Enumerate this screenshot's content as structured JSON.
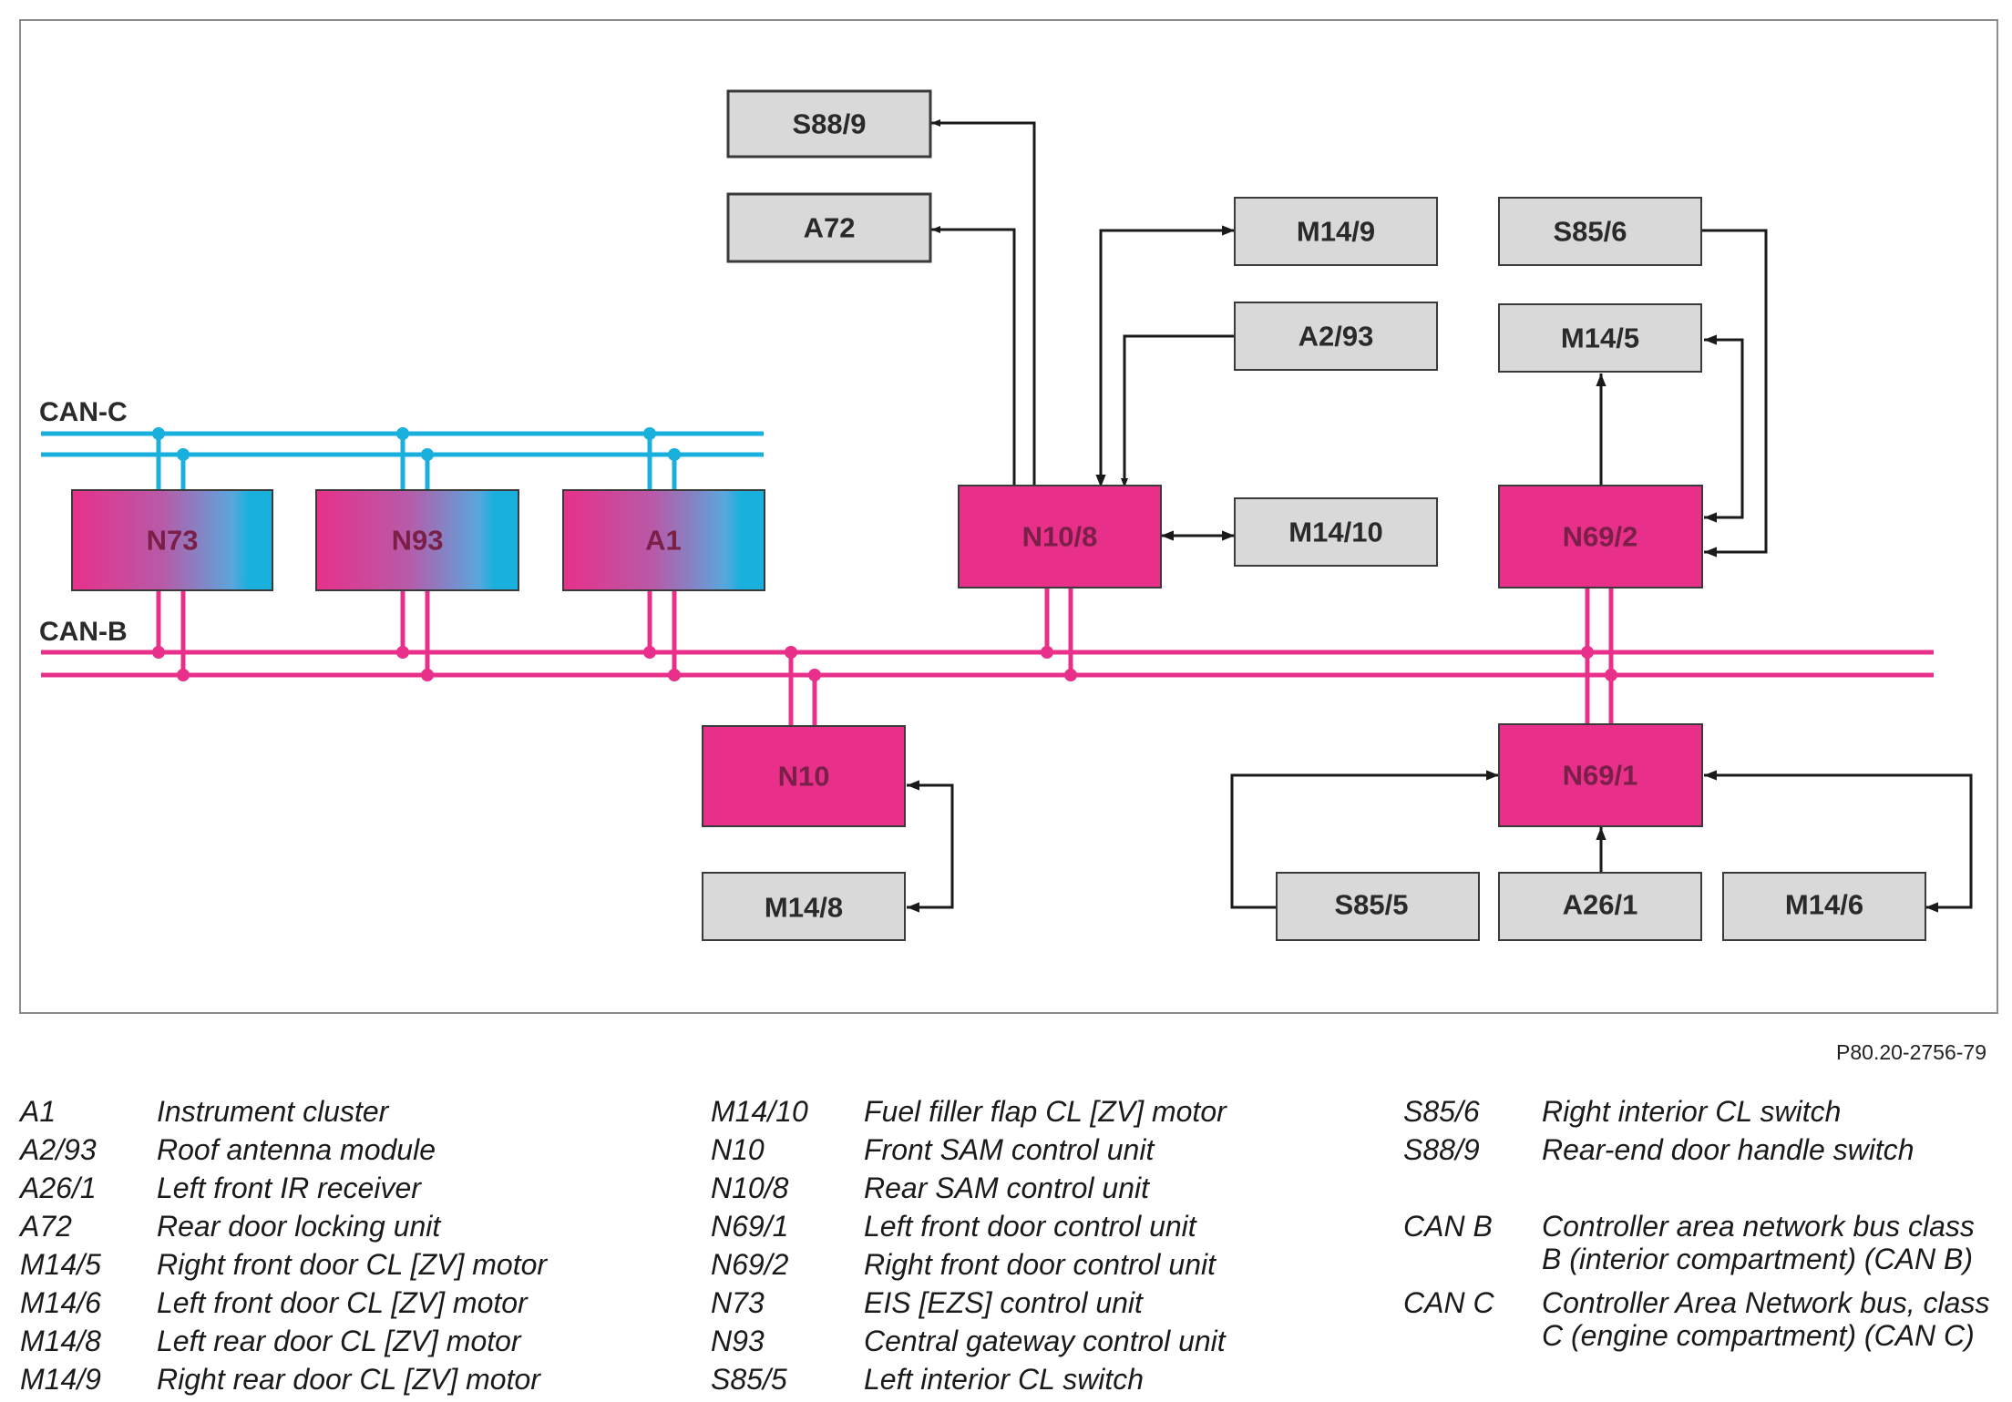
{
  "boxes": {
    "S88_9": "S88/9",
    "A72": "A72",
    "M14_9": "M14/9",
    "A2_93": "A2/93",
    "S85_6": "S85/6",
    "M14_5": "M14/5",
    "M14_10": "M14/10",
    "M14_8": "M14/8",
    "S85_5": "S85/5",
    "A26_1": "A26/1",
    "M14_6": "M14/6"
  },
  "control_units": {
    "N73": "N73",
    "N93": "N93",
    "A1": "A1",
    "N10_8": "N10/8",
    "N69_2": "N69/2",
    "N10": "N10",
    "N69_1": "N69/1"
  },
  "buses": {
    "can_c": "CAN-C",
    "can_b": "CAN-B"
  },
  "colors": {
    "can_c": "#1ab0dd",
    "can_b": "#e8308a",
    "control_unit": "#e8308a",
    "component": "#d9d9d9",
    "connector": "#1a1a1a"
  },
  "figure_id": "P80.20-2756-79",
  "legend": {
    "col1": [
      {
        "code": "A1",
        "desc": "Instrument cluster"
      },
      {
        "code": "A2/93",
        "desc": "Roof antenna module"
      },
      {
        "code": "A26/1",
        "desc": "Left front IR receiver"
      },
      {
        "code": "A72",
        "desc": "Rear door locking unit"
      },
      {
        "code": "M14/5",
        "desc": "Right front door CL [ZV] motor"
      },
      {
        "code": "M14/6",
        "desc": "Left front door CL [ZV] motor"
      },
      {
        "code": "M14/8",
        "desc": "Left rear door CL [ZV] motor"
      },
      {
        "code": "M14/9",
        "desc": "Right rear door CL [ZV] motor"
      }
    ],
    "col2": [
      {
        "code": "M14/10",
        "desc": "Fuel filler flap CL [ZV] motor"
      },
      {
        "code": "N10",
        "desc": "Front SAM control unit"
      },
      {
        "code": "N10/8",
        "desc": "Rear SAM control unit"
      },
      {
        "code": "N69/1",
        "desc": "Left front door control unit"
      },
      {
        "code": "N69/2",
        "desc": "Right front door control unit"
      },
      {
        "code": "N73",
        "desc": "EIS [EZS] control unit"
      },
      {
        "code": "N93",
        "desc": "Central gateway control unit"
      },
      {
        "code": "S85/5",
        "desc": "Left interior CL switch"
      }
    ],
    "col3": [
      {
        "code": "S85/6",
        "desc": "Right interior CL switch"
      },
      {
        "code": "S88/9",
        "desc": "Rear-end door handle switch"
      },
      {
        "code": "CAN B",
        "desc": "Controller area network bus class B (interior compartment) (CAN B)"
      },
      {
        "code": "CAN C",
        "desc": "Controller Area Network bus, class C (engine compartment) (CAN C)"
      }
    ]
  }
}
